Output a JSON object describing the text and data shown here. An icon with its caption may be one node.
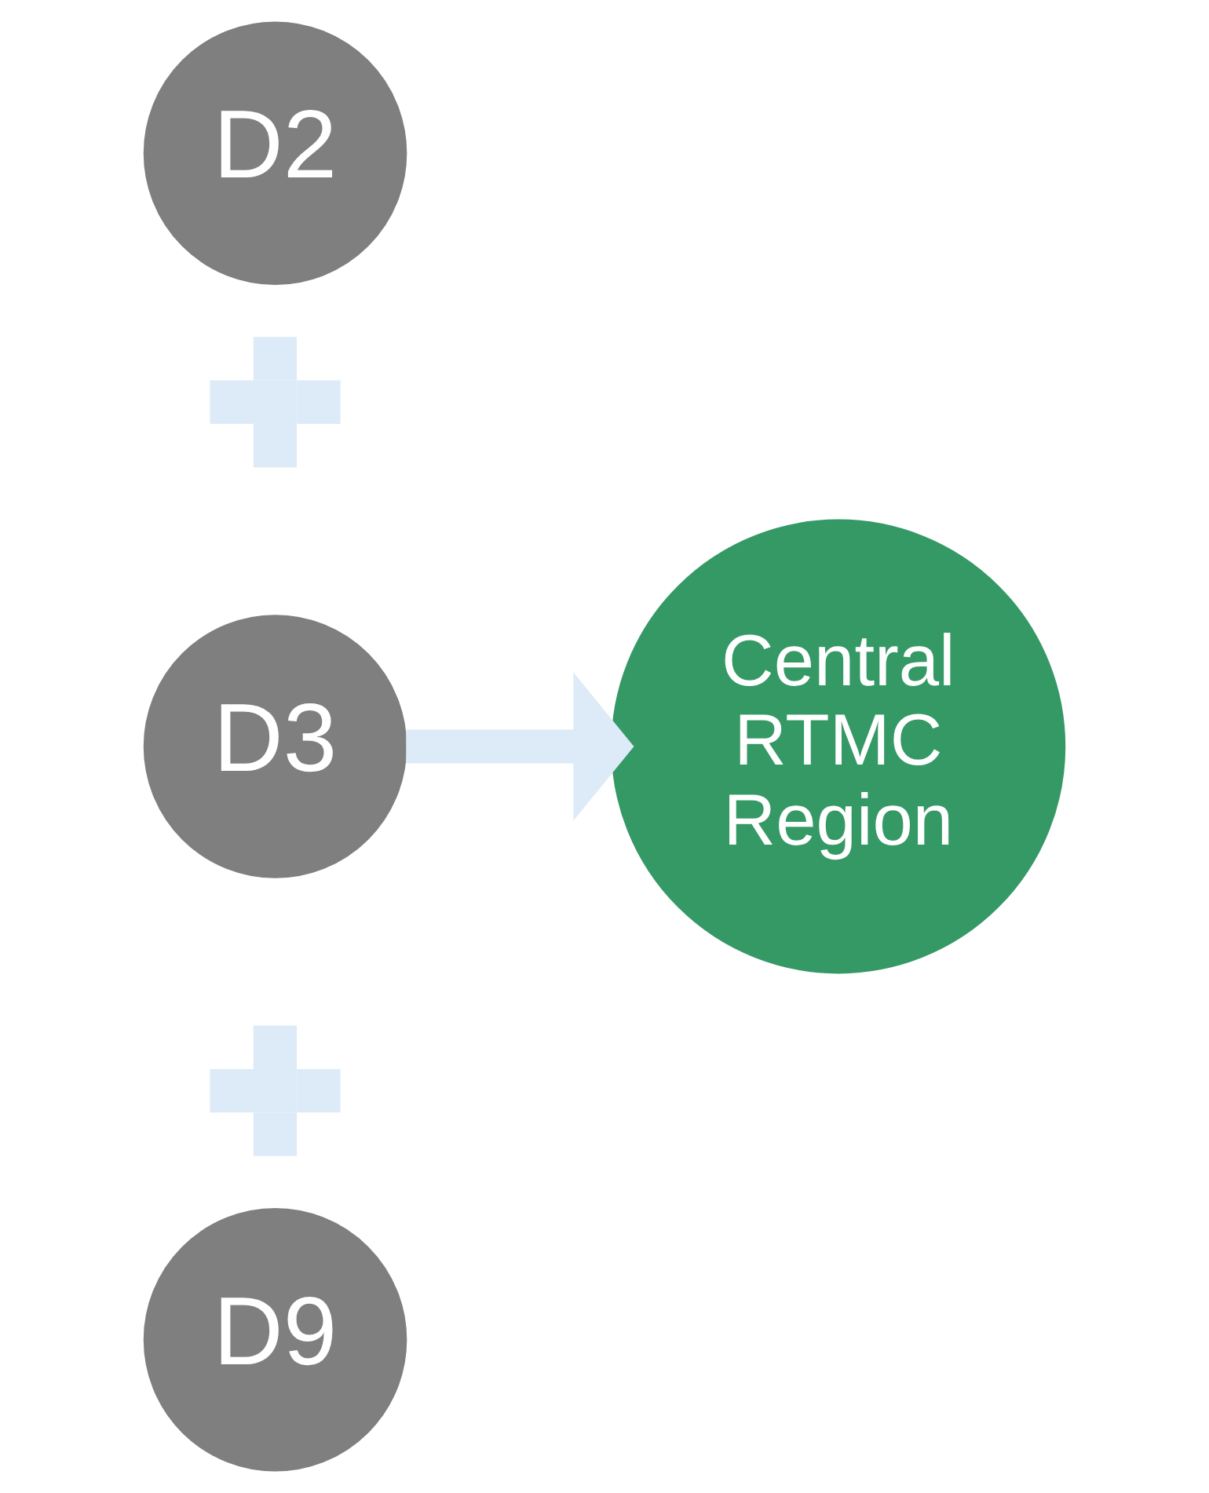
{
  "diagram": {
    "nodes": [
      {
        "text": [
          "D2"
        ]
      },
      {
        "text": [],
        "shape": "plus"
      },
      {
        "text": [
          "D3"
        ]
      },
      {
        "text": [],
        "shape": "plus"
      },
      {
        "text": [
          "D9"
        ]
      },
      {
        "text": [
          "Central RTMC Region"
        ]
      }
    ],
    "edges": [
      {
        "from": 2,
        "to": 5,
        "arrow": "to"
      }
    ]
  }
}
